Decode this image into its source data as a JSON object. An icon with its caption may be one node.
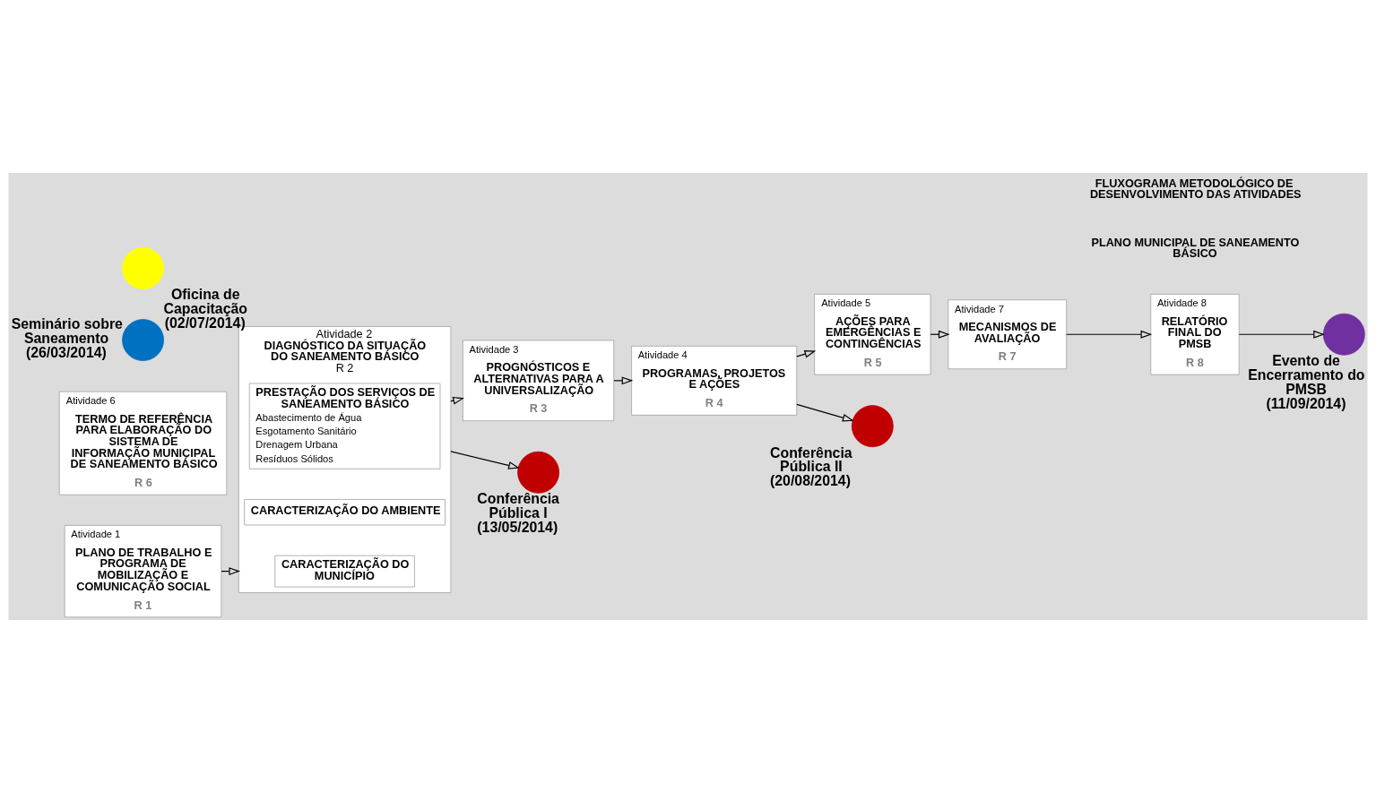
{
  "diagram": {
    "nodes": [
      {
        "text": [
          "Atividade 1",
          "PLANO DE TRABALHO E PROGRAMA DE MOBILIZAÇÃO E COMUNICAÇÃO SOCIAL",
          "R 1"
        ]
      },
      {
        "text": [
          "Atividade 2",
          "DIAGNÓSTICO DA SITUAÇÃO DO SANEAMENTO BÁSICO",
          "R 2"
        ]
      },
      {
        "text": [
          "CARACTERIZAÇÃO DO MUNICÍPIO"
        ],
        "in": 1
      },
      {
        "text": [
          "CARACTERIZAÇÃO DO AMBIENTE"
        ],
        "in": 1
      },
      {
        "text": [
          "PRESTAÇÃO DOS SERVIÇOS DE SANEAMENTO BÁSICO",
          "Abastecimento de Água",
          "Esgotamento Sanitário",
          "Drenagem Urbana",
          "Resíduos Sólidos"
        ],
        "in": 1
      },
      {
        "text": [
          "Atividade 3",
          "PROGNÓSTICOS E ALTERNATIVAS PARA A UNIVERSALIZAÇÃO",
          "R 3"
        ]
      },
      {
        "text": [
          "Atividade 4",
          "PROGRAMAS, PROJETOS E AÇÕES",
          "R 4"
        ]
      },
      {
        "text": [
          "Atividade 5",
          "AÇÕES PARA EMERGÊNCIAS E CONTINGÊNCIAS",
          "R 5"
        ]
      },
      {
        "text": [
          "Atividade 7",
          "MECANISMOS DE AVALIAÇÃO",
          "R 7"
        ]
      },
      {
        "text": [
          "Atividade 6",
          "TERMO DE REFERÊNCIA PARA ELABORAÇÃO DO SISTEMA DE INFORMAÇÃO MUNICIPAL DE SANEAMENTO BÁSICO",
          "R 6"
        ]
      },
      {
        "text": [
          "Atividade 8",
          "RELATÓRIO FINAL DO PMSB",
          "R 8"
        ]
      },
      {
        "text": [],
        "shape": "circle",
        "beside": [
          "Seminário sobre Saneamento (26/03/2014)"
        ]
      },
      {
        "text": [],
        "shape": "circle",
        "beside": [
          "Oficina de Capacitação (02/07/2014)"
        ]
      },
      {
        "text": [],
        "shape": "circle",
        "beside": [
          "Conferência Pública II (20/08/2014)"
        ]
      },
      {
        "text": [],
        "shape": "circle",
        "beside": [
          "Conferência Pública I (13/05/2014)"
        ]
      },
      {
        "text": [],
        "shape": "circle",
        "beside": [
          "Evento de Encerramento do PMSB (11/09/2014)"
        ]
      }
    ],
    "edges": [
      {
        "from": 0,
        "to": 1,
        "arrow": "to"
      },
      {
        "from": 1,
        "to": 14,
        "arrow": "to"
      },
      {
        "from": 1,
        "to": 5,
        "arrow": "to"
      },
      {
        "from": 5,
        "to": 6,
        "arrow": "to"
      },
      {
        "from": 6,
        "to": 7,
        "arrow": "to"
      },
      {
        "from": 7,
        "to": 8,
        "arrow": "to"
      },
      {
        "from": 8,
        "to": 10,
        "arrow": "to"
      },
      {
        "from": 6,
        "to": 13,
        "arrow": "to"
      },
      {
        "from": 10,
        "to": 15,
        "arrow": "to"
      }
    ],
    "labels": [
      "PLANO MUNICIPAL DE SANEAMENTO BÁSICO",
      "FLUXOGRAMA METODOLÓGICO DE DESENVOLVIMENTO DAS ATIVIDADES"
    ]
  }
}
